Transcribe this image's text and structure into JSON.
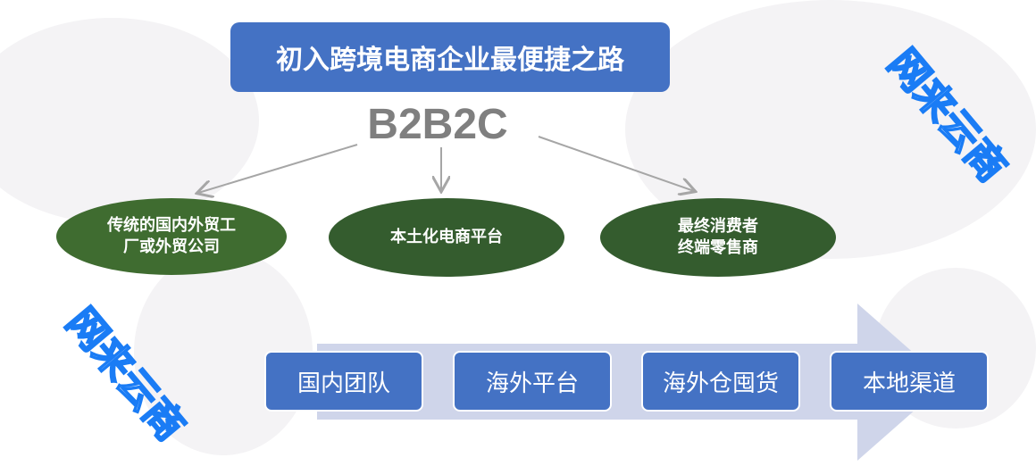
{
  "title": "初入跨境电商企业最便捷之路",
  "model": "B2B2C",
  "nodes": [
    {
      "lines": [
        "传统的国内外贸工",
        "厂或外贸公司"
      ]
    },
    {
      "lines": [
        "本土化电商平台"
      ]
    },
    {
      "lines": [
        "最终消费者",
        "终端零售商"
      ]
    }
  ],
  "steps": [
    "国内团队",
    "海外平台",
    "海外仓囤货",
    "本地渠道"
  ],
  "watermark": "网来云商",
  "colors": {
    "title": "#4472c4",
    "node": "#3a6a2e",
    "step": "#4472c4",
    "band": "#cfd5ea",
    "watermark": "#1a7cf5"
  }
}
